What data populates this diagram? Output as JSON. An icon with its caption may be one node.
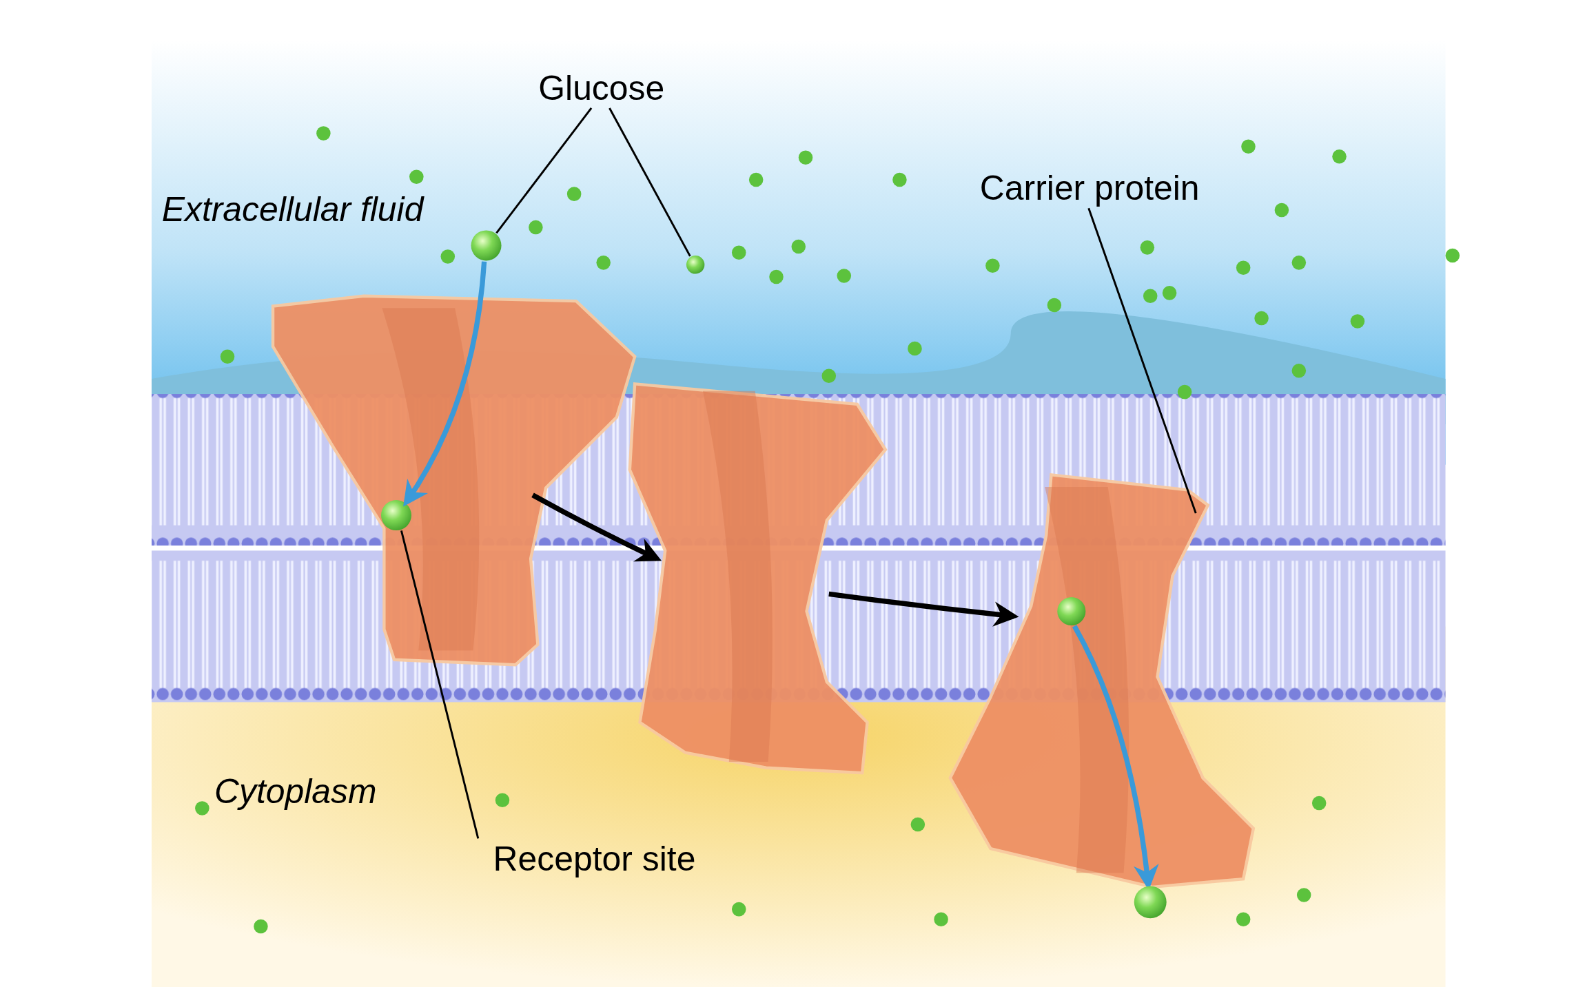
{
  "diagram": {
    "nodes": [
      {
        "text": [
          "Glucose"
        ]
      },
      {
        "text": [],
        "shape": "circle"
      },
      {
        "text": [],
        "shape": "circle"
      },
      {
        "text": [],
        "shape": "picture"
      },
      {
        "text": [],
        "shape": "circle",
        "in": 3
      },
      {
        "text": [],
        "shape": "picture"
      },
      {
        "text": [],
        "shape": "picture"
      },
      {
        "text": [],
        "shape": "circle",
        "in": 6
      },
      {
        "text": [],
        "shape": "circle"
      },
      {
        "text": [
          "Receptor site"
        ]
      },
      {
        "text": [
          "Carrier protein"
        ]
      }
    ],
    "edges": [
      {
        "from": 0,
        "to": 1,
        "arrow": "none"
      },
      {
        "from": 0,
        "to": 2,
        "arrow": "none"
      },
      {
        "from": 1,
        "to": 4,
        "arrow": "to",
        "style": "thick",
        "color": "#3a9ad9"
      },
      {
        "from": 3,
        "to": 5,
        "arrow": "to",
        "style": "thick"
      },
      {
        "from": 5,
        "to": 6,
        "arrow": "to",
        "style": "thick"
      },
      {
        "from": 7,
        "to": 8,
        "arrow": "to",
        "style": "thick",
        "color": "#3a9ad9"
      },
      {
        "from": 9,
        "to": 4,
        "arrow": "none"
      },
      {
        "from": 10,
        "to": 6,
        "arrow": "none"
      }
    ],
    "labels": [
      "Extracellular fluid",
      "Cytoplasm"
    ]
  }
}
